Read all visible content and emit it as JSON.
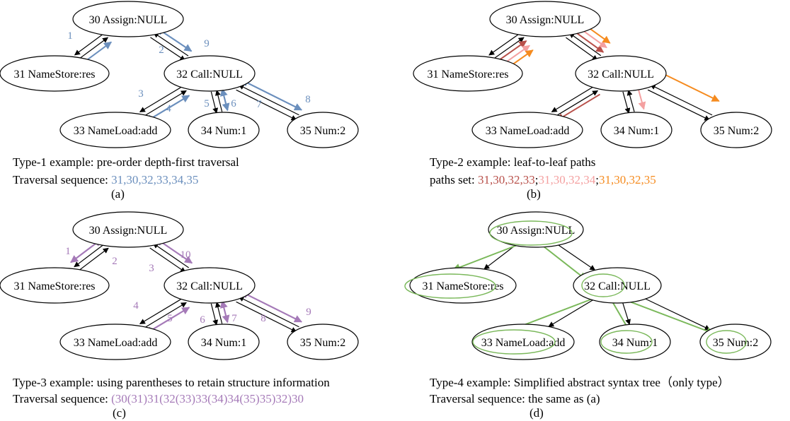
{
  "colors": {
    "black": "#000000",
    "blue": "#6b8fbd",
    "dark_red": "#b8504a",
    "pink": "#f4a0a0",
    "orange": "#f58b1f",
    "purple": "#a57ab8",
    "green": "#7ab85a"
  },
  "panels": [
    {
      "id": "a",
      "nodes": [
        {
          "key": "30",
          "label": "30 Assign:NULL"
        },
        {
          "key": "31",
          "label": "31 NameStore:res"
        },
        {
          "key": "32",
          "label": "32 Call:NULL"
        },
        {
          "key": "33",
          "label": "33 NameLoad:add"
        },
        {
          "key": "34",
          "label": "34 Num:1"
        },
        {
          "key": "35",
          "label": "35 Num:2"
        }
      ],
      "edges": [
        [
          "30",
          "31"
        ],
        [
          "30",
          "32"
        ],
        [
          "32",
          "33"
        ],
        [
          "32",
          "34"
        ],
        [
          "32",
          "35"
        ]
      ],
      "step_labels": [
        "1",
        "2",
        "3",
        "4",
        "5",
        "6",
        "7",
        "8",
        "9"
      ],
      "caption_line1": "Type-1 example:  pre-order depth-first traversal",
      "caption_line2_prefix": "Traversal sequence: ",
      "caption_line2_value": "31,30,32,33,34,35",
      "sublabel": "(a)"
    },
    {
      "id": "b",
      "nodes": [
        {
          "key": "30",
          "label": "30 Assign:NULL"
        },
        {
          "key": "31",
          "label": "31 NameStore:res"
        },
        {
          "key": "32",
          "label": "32 Call:NULL"
        },
        {
          "key": "33",
          "label": "33 NameLoad:add"
        },
        {
          "key": "34",
          "label": "34 Num:1"
        },
        {
          "key": "35",
          "label": "35 Num:2"
        }
      ],
      "edges": [
        [
          "30",
          "31"
        ],
        [
          "30",
          "32"
        ],
        [
          "32",
          "33"
        ],
        [
          "32",
          "34"
        ],
        [
          "32",
          "35"
        ]
      ],
      "caption_line1": "Type-2 example:  leaf-to-leaf paths",
      "caption_line2_prefix": "paths set: ",
      "path1": "31,30,32,33",
      "path2": "31,30,32,34",
      "path3": "31,30,32,35",
      "separator": ";",
      "sublabel": "(b)"
    },
    {
      "id": "c",
      "nodes": [
        {
          "key": "30",
          "label": "30 Assign:NULL"
        },
        {
          "key": "31",
          "label": "31 NameStore:res"
        },
        {
          "key": "32",
          "label": "32 Call:NULL"
        },
        {
          "key": "33",
          "label": "33 NameLoad:add"
        },
        {
          "key": "34",
          "label": "34 Num:1"
        },
        {
          "key": "35",
          "label": "35 Num:2"
        }
      ],
      "edges": [
        [
          "30",
          "31"
        ],
        [
          "30",
          "32"
        ],
        [
          "32",
          "33"
        ],
        [
          "32",
          "34"
        ],
        [
          "32",
          "35"
        ]
      ],
      "step_labels": [
        "1",
        "2",
        "3",
        "4",
        "5",
        "6",
        "7",
        "8",
        "9",
        "10"
      ],
      "caption_line1": "Type-3 example:  using parentheses to retain structure information",
      "caption_line2_prefix": "Traversal sequence: ",
      "caption_line2_value": "(30(31)31(32(33)33(34)34(35)35)32)30",
      "sublabel": "(c)"
    },
    {
      "id": "d",
      "nodes": [
        {
          "key": "30",
          "label": "30 Assign:NULL"
        },
        {
          "key": "31",
          "label": "31 NameStore:res"
        },
        {
          "key": "32",
          "label": "32 Call:NULL"
        },
        {
          "key": "33",
          "label": "33 NameLoad:add"
        },
        {
          "key": "34",
          "label": "34 Num:1"
        },
        {
          "key": "35",
          "label": "35 Num:2"
        }
      ],
      "edges": [
        [
          "30",
          "31"
        ],
        [
          "30",
          "32"
        ],
        [
          "32",
          "33"
        ],
        [
          "32",
          "34"
        ],
        [
          "32",
          "35"
        ]
      ],
      "caption_line1": "Type-4 example:  Simplified abstract syntax tree（only type）",
      "caption_line2_prefix": "Traversal sequence: ",
      "caption_line2_value": "the same as (a)",
      "sublabel": "(d)"
    }
  ]
}
